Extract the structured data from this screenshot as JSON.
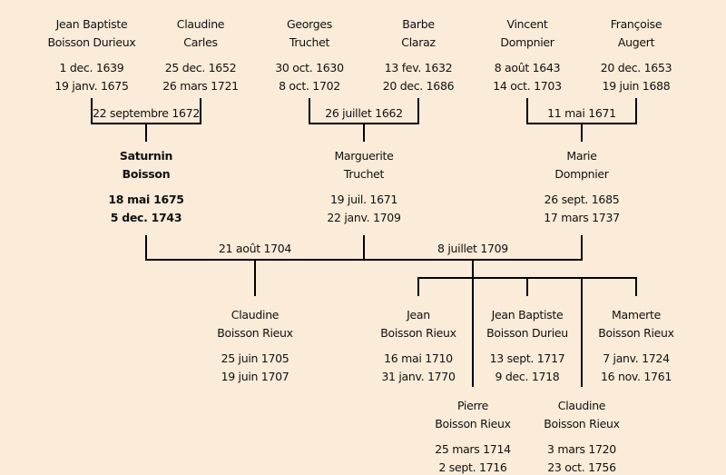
{
  "grandparents": [
    {
      "first": "Jean Baptiste",
      "last": "Boisson Durieux",
      "birth": "1 dec. 1639",
      "death": "19 janv. 1675"
    },
    {
      "first": "Claudine",
      "last": "Carles",
      "birth": "25 dec. 1652",
      "death": "26 mars 1721"
    },
    {
      "first": "Georges",
      "last": "Truchet",
      "birth": "30 oct. 1630",
      "death": "8 oct. 1702"
    },
    {
      "first": "Barbe",
      "last": "Claraz",
      "birth": "13 fev. 1632",
      "death": "20 dec. 1686"
    },
    {
      "first": "Vincent",
      "last": "Dompnier",
      "birth": "8 août 1643",
      "death": "14 oct. 1703"
    },
    {
      "first": "Françoise",
      "last": "Augert",
      "birth": "20 dec. 1653",
      "death": "19 juin 1688"
    }
  ],
  "grandparent_marriages": [
    "22 septembre 1672",
    "26 juillet 1662",
    "11 mai 1671"
  ],
  "parents": [
    {
      "first": "Saturnin",
      "last": "Boisson",
      "birth": "18 mai 1675",
      "death": "5 dec. 1743",
      "highlighted": true
    },
    {
      "first": "Marguerite",
      "last": "Truchet",
      "birth": "19 juil. 1671",
      "death": "22 janv. 1709"
    },
    {
      "first": "Marie",
      "last": "Dompnier",
      "birth": "26 sept. 1685",
      "death": "17 mars 1737"
    }
  ],
  "parent_marriages": [
    "21 août 1704",
    "8 juillet 1709"
  ],
  "children": [
    {
      "first": "Claudine",
      "last": "Boisson Rieux",
      "birth": "25 juin 1705",
      "death": "19 juin 1707"
    },
    {
      "first": "Jean",
      "last": "Boisson Rieux",
      "birth": "16 mai 1710",
      "death": "31 janv. 1770"
    },
    {
      "first": "Jean Baptiste",
      "last": "Boisson Durieu",
      "birth": "13 sept. 1717",
      "death": "9 dec. 1718"
    },
    {
      "first": "Mamerte",
      "last": "Boisson Rieux",
      "birth": "7 janv. 1724",
      "death": "16 nov. 1761"
    },
    {
      "first": "Pierre",
      "last": "Boisson Rieux",
      "birth": "25 mars 1714",
      "death": "2 sept. 1716"
    },
    {
      "first": "Claudine",
      "last": "Boisson Rieux",
      "birth": "3 mars 1720",
      "death": "23 oct. 1756"
    }
  ]
}
